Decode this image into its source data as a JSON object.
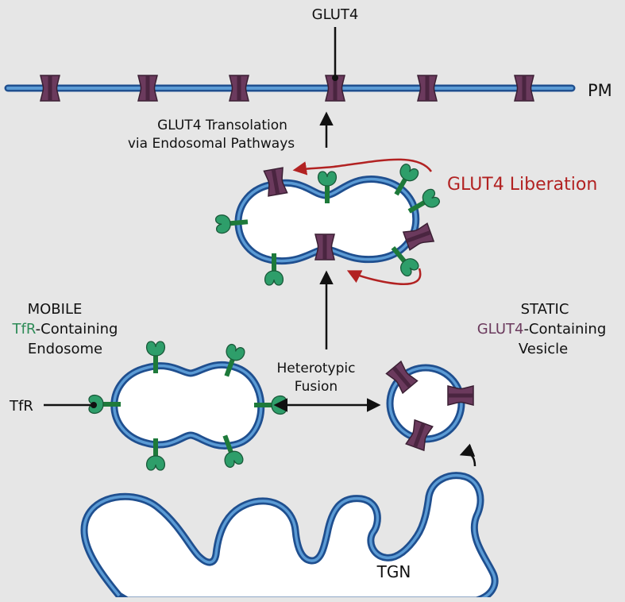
{
  "labels": {
    "glut4_top": "GLUT4",
    "pm": "PM",
    "translocation_line1": "GLUT4 Transolation",
    "translocation_line2": "via Endosomal Pathways",
    "liberation": "GLUT4 Liberation",
    "mobile_line1": "MOBILE",
    "mobile_line2_colored": "TfR",
    "mobile_line2_rest": "-Containing",
    "mobile_line3": "Endosome",
    "static_line1": "STATIC",
    "static_line2_colored": "GLUT4",
    "static_line2_rest": "-Containing",
    "static_line3": "Vesicle",
    "tfr": "TfR",
    "fusion_line1": "Heterotypic",
    "fusion_line2": "Fusion",
    "tgn": "TGN"
  },
  "colors": {
    "background": "#e6e6e6",
    "membrane_dark": "#1f4f8f",
    "membrane_light": "#5b9bd5",
    "glut4": "#6b3a5d",
    "tfr": "#2e9e6a",
    "tfr_dark": "#1e7a3a",
    "liberation": "#b22222"
  },
  "icons": {
    "glut4_transporter": "glut4-icon",
    "transferrin_receptor": "tfr-icon"
  }
}
